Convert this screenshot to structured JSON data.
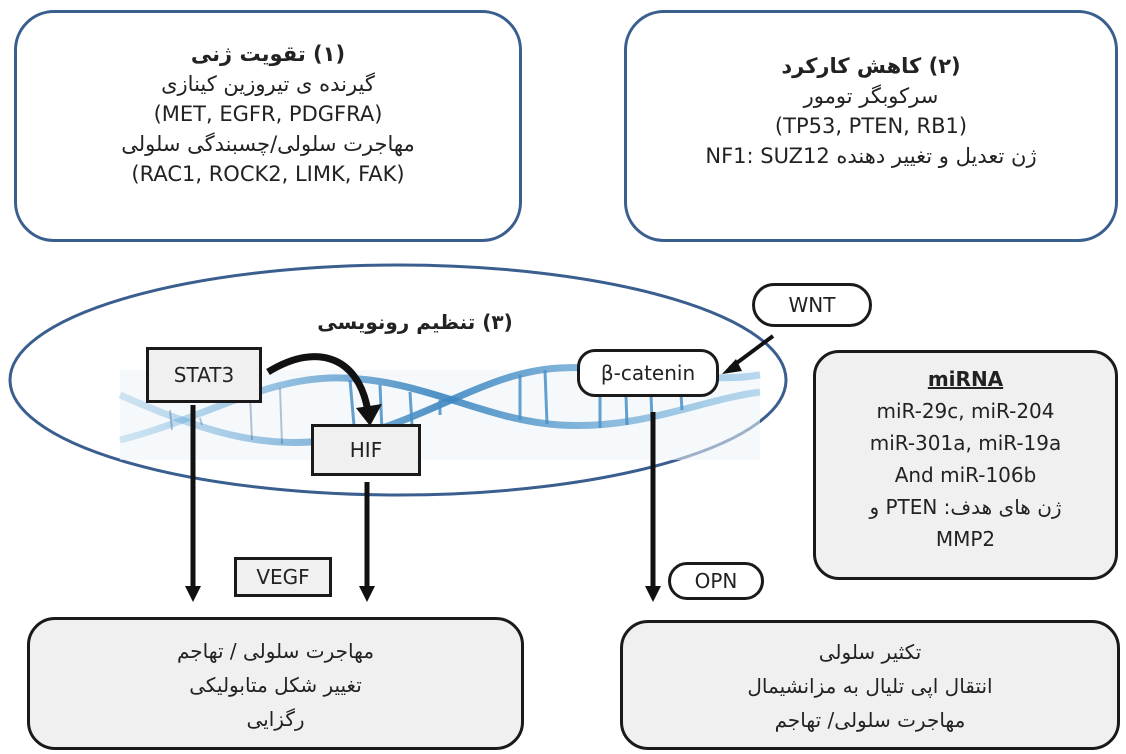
{
  "box1": {
    "title": "(۱) تقویت ژنی",
    "line1": "گیرنده ی تیروزین کینازی",
    "line2": "(MET, EGFR, PDGFRA)",
    "line3": "مهاجرت سلولی/چسبندگی سلولی",
    "line4": "(RAC1, ROCK2, LIMK, FAK)"
  },
  "box2": {
    "title": "(۲) کاهش کارکرد",
    "line1": "سرکوبگر تومور",
    "line2": "(TP53, PTEN, RB1)",
    "line3": "ژن تعدیل و تغییر دهنده NF1: SUZ12"
  },
  "transcription": {
    "title": "(۳) تنظیم رونویسی",
    "stat3": "STAT3",
    "hif": "HIF",
    "beta_catenin": "β-catenin"
  },
  "wnt": "WNT",
  "vegf": "VEGF",
  "opn": "OPN",
  "mirna": {
    "heading": "miRNA",
    "line1": "miR-29c, miR-204",
    "line2": "miR-301a, miR-19a",
    "line3": "And miR-106b",
    "line4": "ژن های هدف:  PTEN و",
    "line5": "MMP2"
  },
  "outcome_left": {
    "line1": "مهاجرت سلولی / تهاجم",
    "line2": "تغییر شکل متابولیکی",
    "line3": "رگزایی"
  },
  "outcome_right": {
    "line1": "تکثیر سلولی",
    "line2": "انتقال اپی تلیال به مزانشیمال",
    "line3": "مهاجرت سلولی/ تهاجم"
  },
  "colors": {
    "box_border_blue": "#3a5f8f",
    "ellipse_border": "#3a5f8f",
    "dna_color": "#4a90c8",
    "label_fill": "#f0f0f0"
  }
}
